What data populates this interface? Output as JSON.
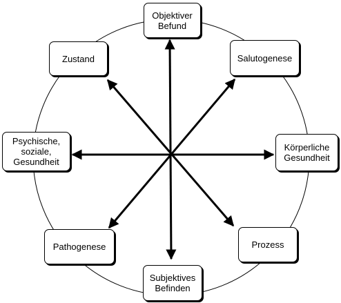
{
  "nodes": {
    "objektiv": {
      "lines": [
        "Objektiver",
        "Befund"
      ]
    },
    "zustand": {
      "lines": [
        "Zustand"
      ]
    },
    "saluto": {
      "lines": [
        "Salutogenese"
      ]
    },
    "psych": {
      "lines": [
        "Psychische,",
        "soziale,",
        "Gesundheit"
      ]
    },
    "koerper": {
      "lines": [
        "Körperliche",
        "Gesundheit"
      ]
    },
    "patho": {
      "lines": [
        "Pathogenese"
      ]
    },
    "prozess": {
      "lines": [
        "Prozess"
      ]
    },
    "subjektiv": {
      "lines": [
        "Subjektives",
        "Befinden"
      ]
    }
  },
  "colors": {
    "stroke": "#000000",
    "background": "#ffffff"
  }
}
